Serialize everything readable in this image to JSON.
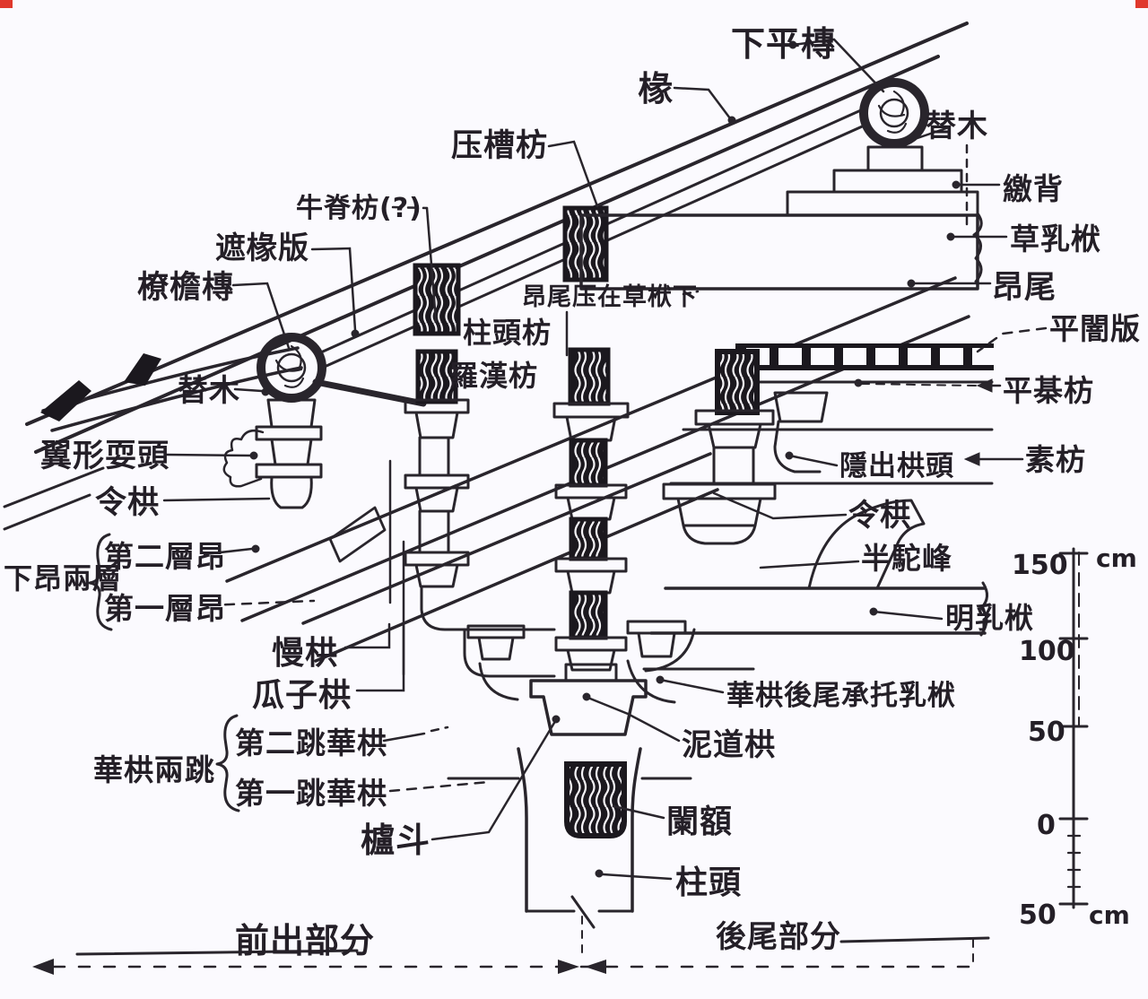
{
  "diagram": {
    "background": "#fbfafe",
    "ink_color": "#29252c",
    "accent_red": "#e0382c",
    "labels": {
      "xia_ping_tuan": "下平槫",
      "chuan": "椽",
      "ti_mu_top": "替木",
      "jiao_bei": "繳背",
      "cao_ru_fu": "草乳栿",
      "ang_wei": "昂尾",
      "ping_an_ban": "平闇版",
      "ping_qi_fang": "平棊枋",
      "su_fang": "素枋",
      "ya_cao_fang": "压槽枋",
      "niu_ji_fang": "牛脊枋(?)",
      "zhe_chuan_ban": "遮椽版",
      "liao_yan_tuan": "橑檐槫",
      "ti_mu_left": "替木",
      "ang_wei_ya_zai": "昂尾压在草栿下",
      "zhu_tou_fang": "柱頭枋",
      "luo_han_fang": "羅漢枋",
      "yi_xing_shua_tou": "翼形耍頭",
      "ling_gong_left": "令栱",
      "xia_ang_liang_ceng": "下昂兩層",
      "di_er_ceng_ang": "第二層昂",
      "di_yi_ceng_ang": "第一層昂",
      "man_gong": "慢栱",
      "gua_zi_gong": "瓜子栱",
      "hua_gong_liang_tiao": "華栱兩跳",
      "di_er_tiao_hua_gong": "第二跳華栱",
      "di_yi_tiao_hua_gong": "第一跳華栱",
      "lu_dou": "櫨斗",
      "yin_chu_gong_tou": "隱出栱頭",
      "ling_gong_right": "令栱",
      "ban_tuo_feng": "半駝峰",
      "ming_ru_fu": "明乳栿",
      "ni_dao_gong": "泥道栱",
      "hua_gong_hou_wei": "華栱後尾承托乳栿",
      "lan_e": "闌額",
      "zhu_tou": "柱頭",
      "qian_chu_bu_fen": "前出部分",
      "hou_wei_bu_fen": "後尾部分"
    },
    "scale": {
      "unit_top": "cm",
      "unit_bottom": "cm",
      "ticks": [
        "150",
        "100",
        "50",
        "0",
        "50"
      ]
    }
  }
}
